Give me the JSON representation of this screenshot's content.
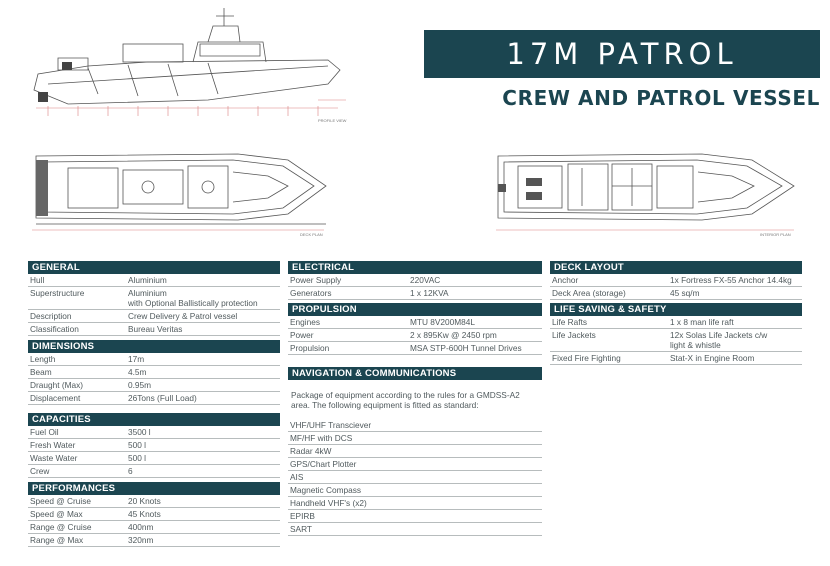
{
  "header": {
    "title": "17M PATROL",
    "subtitle": "CREW AND PATROL VESSEL"
  },
  "drawings": {
    "profile_label": "PROFILE VIEW",
    "deck_label": "DECK PLAN",
    "interior_label": "INTERIOR PLAN"
  },
  "general": {
    "heading": "GENERAL",
    "rows": [
      {
        "k": "Hull",
        "v": "Aluminium"
      },
      {
        "k": "Superstructure",
        "v": "Aluminium\nwith Optional Ballistically protection"
      },
      {
        "k": "Description",
        "v": "Crew Delivery & Patrol vessel"
      },
      {
        "k": "Classification",
        "v": "Bureau Veritas"
      }
    ]
  },
  "dimensions": {
    "heading": "DIMENSIONS",
    "rows": [
      {
        "k": "Length",
        "v": "17m"
      },
      {
        "k": "Beam",
        "v": "4.5m"
      },
      {
        "k": "Draught (Max)",
        "v": "0.95m"
      },
      {
        "k": "Displacement",
        "v": "26Tons (Full Load)"
      }
    ]
  },
  "capacities": {
    "heading": "CAPACITIES",
    "rows": [
      {
        "k": "Fuel Oil",
        "v": "3500 l"
      },
      {
        "k": "Fresh Water",
        "v": "500 l"
      },
      {
        "k": "Waste Water",
        "v": "500 l"
      },
      {
        "k": "Crew",
        "v": "6"
      }
    ]
  },
  "performances": {
    "heading": "PERFORMANCES",
    "rows": [
      {
        "k": "Speed @ Cruise",
        "v": "20 Knots"
      },
      {
        "k": "Speed @ Max",
        "v": "45 Knots"
      },
      {
        "k": "Range @ Cruise",
        "v": "400nm"
      },
      {
        "k": "Range @ Max",
        "v": "320nm"
      }
    ]
  },
  "electrical": {
    "heading": "ELECTRICAL",
    "rows": [
      {
        "k": "Power Supply",
        "v": "220VAC"
      },
      {
        "k": "Generators",
        "v": "1 x 12KVA"
      }
    ]
  },
  "propulsion": {
    "heading": "PROPULSION",
    "rows": [
      {
        "k": "Engines",
        "v": "MTU 8V200M84L"
      },
      {
        "k": "Power",
        "v": "2 x 895Kw @ 2450 rpm"
      },
      {
        "k": "Propulsion",
        "v": "MSA STP-600H Tunnel Drives"
      }
    ]
  },
  "navigation": {
    "heading": "NAVIGATION & COMMUNICATIONS",
    "intro": "Package of equipment according to the rules for a GMDSS-A2 area. The following equipment is fitted as standard:",
    "items": [
      "VHF/UHF Transciever",
      "MF/HF with DCS",
      "Radar 4kW",
      "GPS/Chart Plotter",
      "AIS",
      "Magnetic Compass",
      "Handheld VHF's (x2)",
      "EPIRB",
      "SART"
    ]
  },
  "deck_layout": {
    "heading": "DECK LAYOUT",
    "rows": [
      {
        "k": "Anchor",
        "v": "1x Fortress FX-55 Anchor 14.4kg"
      },
      {
        "k": "Deck Area (storage)",
        "v": "45 sq/m"
      }
    ]
  },
  "life_saving": {
    "heading": "LIFE SAVING & SAFETY",
    "rows": [
      {
        "k": "Life Rafts",
        "v": "1 x 8 man life raft"
      },
      {
        "k": "Life Jackets",
        "v": "12x Solas Life Jackets c/w\nlight & whistle"
      },
      {
        "k": "Fixed Fire Fighting",
        "v": "Stat-X in Engine Room"
      }
    ]
  }
}
